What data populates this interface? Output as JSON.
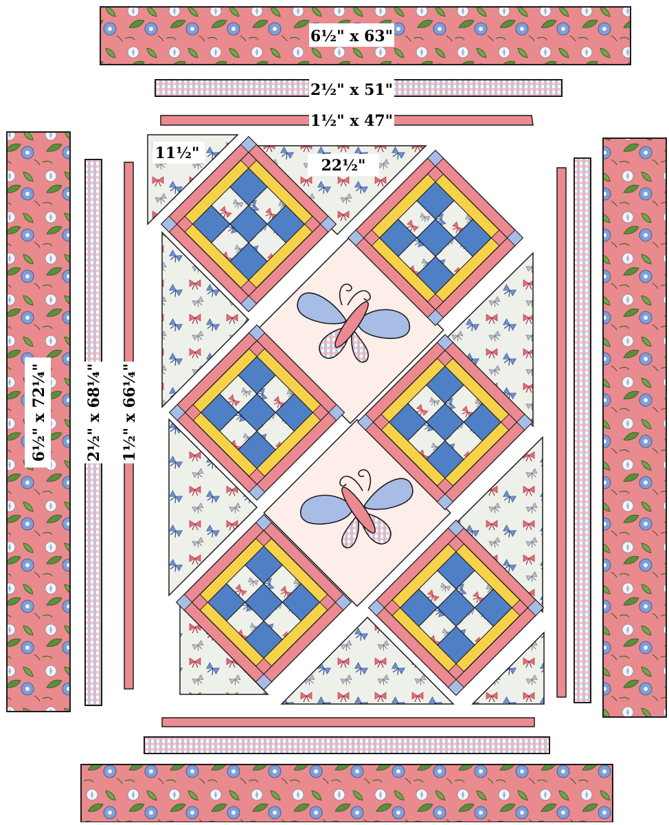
{
  "labels": {
    "top_border": "6½\" x 63\"",
    "top_middle": "2½\" x 51\"",
    "top_inner": "1½\" x 47\"",
    "corner_triangle": "11½\"",
    "side_triangle": "22½\"",
    "left_outer": "6½\" x 72¼\"",
    "left_middle": "2½\" x 68¼\"",
    "left_inner": "1½\" x 66¼\""
  },
  "colors": {
    "floral_bg": "#e98a8e",
    "leaf_green": "#5a8f3c",
    "flower_blue": "#7f9ed6",
    "flower_white": "#f4f4f8",
    "check_a": "#b7c6ea",
    "check_b": "#f3b3b3",
    "pink": "#ec8a92",
    "yellow": "#f6d24a",
    "blue": "#4f7fc4",
    "light_blue": "#a8bde6",
    "cream": "#eef0ea",
    "applique_bg": "#fdeeea",
    "outline": "#1a1a1a"
  },
  "icons": {
    "butterfly": "butterfly-icon",
    "bow": "bow-icon",
    "flower": "morning-glory-icon"
  }
}
